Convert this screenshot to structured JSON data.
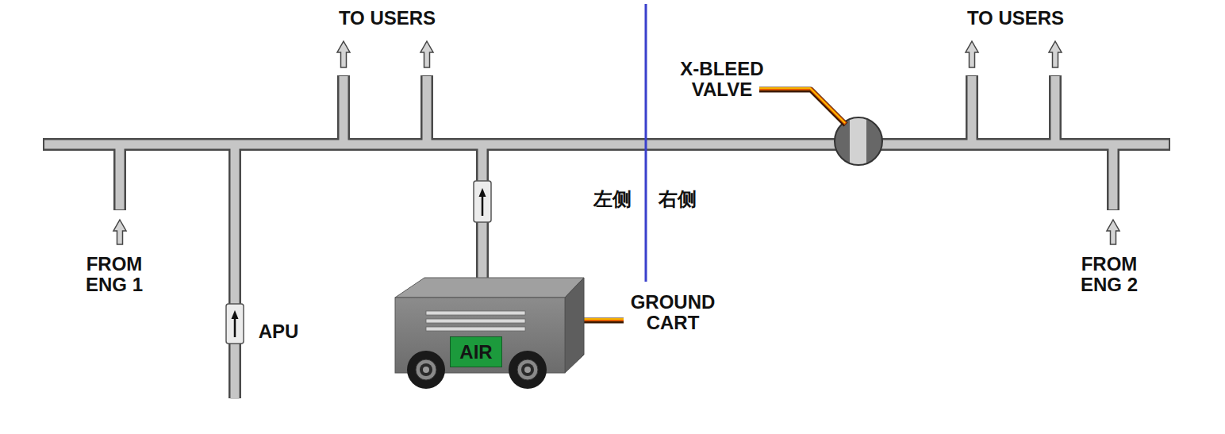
{
  "diagram": {
    "nodes": [
      {
        "text": [
          "AIR"
        ]
      }
    ],
    "labels": [
      "TO USERS",
      "TO USERS",
      "X-BLEED VALVE",
      "左侧",
      "右侧",
      "FROM ENG 1",
      "FROM ENG 2",
      "APU",
      "GROUND CART"
    ]
  }
}
